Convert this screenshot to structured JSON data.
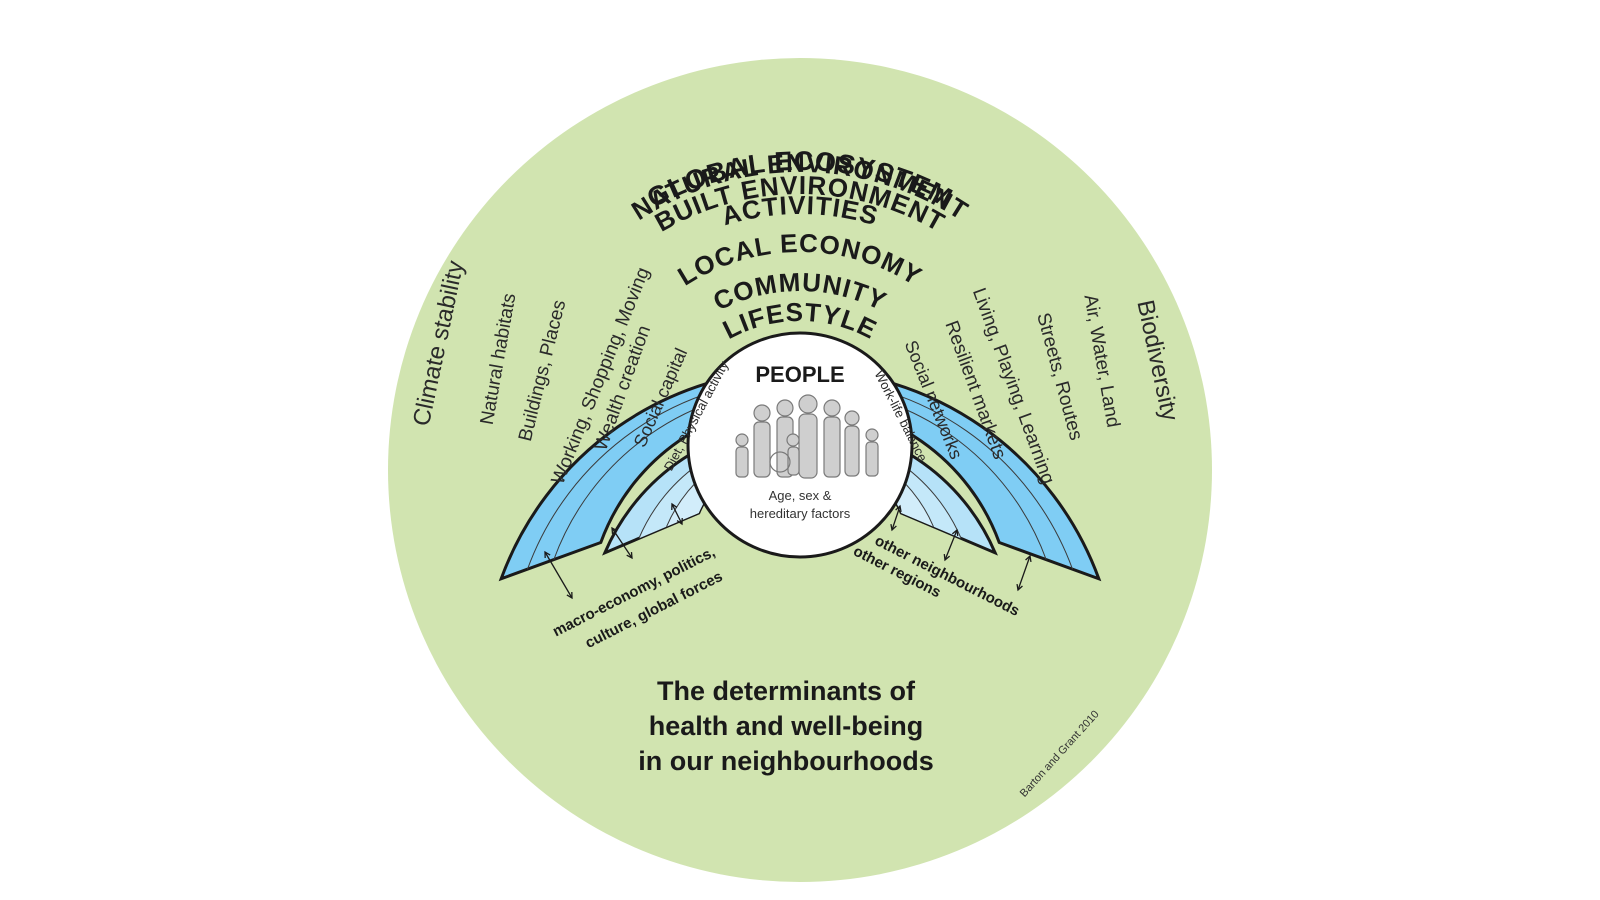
{
  "diagram": {
    "colors": {
      "outer_circle": "#d1e4b0",
      "natural_env": "#7fcdf4",
      "built_env": "#8fd2f4",
      "activities": "#9fd8f5",
      "local_economy": "#b6e2f8",
      "community": "#c4e8f9",
      "lifestyle": "#d2edfa",
      "people": "#ffffff",
      "outline": "#1a1a1a"
    },
    "global_ecosystem": "GLOBAL ECOSYSTEM",
    "climate_stability": "Climate stability",
    "biodiversity": "Biodiversity",
    "rings": {
      "natural_environment": "NATURAL ENVIRONMENT",
      "built_environment": "BUILT ENVIRONMENT",
      "activities": "ACTIVITIES",
      "local_economy": "LOCAL ECONOMY",
      "community": "COMMUNITY",
      "lifestyle": "LIFESTYLE",
      "people": "PEOPLE"
    },
    "left_side": {
      "natural_habitats": "Natural habitats",
      "buildings_places": "Buildings, Places",
      "working": "Working, Shopping, Moving",
      "wealth_creation": "Wealth creation",
      "social_capital": "Social capital",
      "diet": "Diet, Physical activity"
    },
    "right_side": {
      "air_water_land": "Air, Water, Land",
      "streets_routes": "Streets, Routes",
      "living": "Living, Playing, Learning",
      "resilient_markets": "Resilient markets",
      "social_networks": "Social networks",
      "work_life": "Work-life balance"
    },
    "people_caption_1": "Age, sex &",
    "people_caption_2": "hereditary factors",
    "macro_line1": "macro-economy, politics,",
    "macro_line2": "culture, global forces",
    "other_line1": "other neighbourhoods",
    "other_line2": "other regions",
    "title_line1": "The determinants of",
    "title_line2": "health and well-being",
    "title_line3": "in our neighbourhoods",
    "credit": "Barton and Grant 2010",
    "people_icon": "people-group-icon",
    "arrow_icon": "double-arrow-icon"
  }
}
